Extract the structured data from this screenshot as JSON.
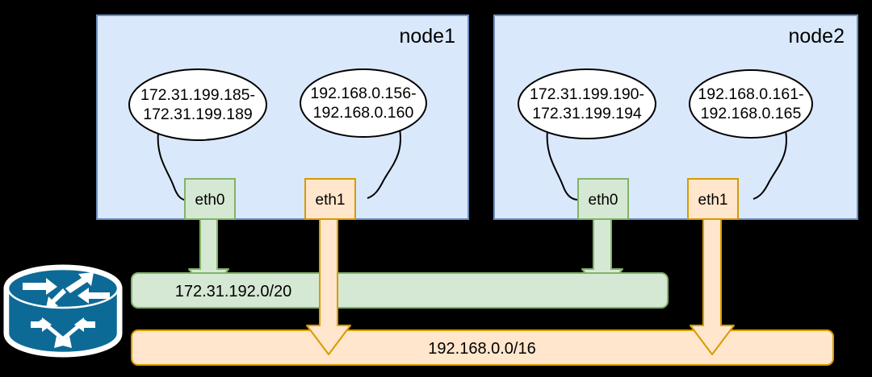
{
  "diagram": {
    "type": "network-topology",
    "background_color": "#000000",
    "nodes": [
      {
        "id": "node1",
        "title": "node1",
        "fill": "#dae8fc",
        "stroke": "#6c8ebf",
        "interfaces": [
          {
            "id": "node1-eth0",
            "label": "eth0",
            "fill": "#d5e8d4",
            "stroke": "#82b366",
            "callout": {
              "line1": "172.31.199.185-",
              "line2": "172.31.199.189"
            },
            "connects_to": "subnet-green"
          },
          {
            "id": "node1-eth1",
            "label": "eth1",
            "fill": "#ffe6cc",
            "stroke": "#d79b00",
            "callout": {
              "line1": "192.168.0.156-",
              "line2": "192.168.0.160"
            },
            "connects_to": "subnet-orange"
          }
        ]
      },
      {
        "id": "node2",
        "title": "node2",
        "fill": "#dae8fc",
        "stroke": "#6c8ebf",
        "interfaces": [
          {
            "id": "node2-eth0",
            "label": "eth0",
            "fill": "#d5e8d4",
            "stroke": "#82b366",
            "callout": {
              "line1": "172.31.199.190-",
              "line2": "172.31.199.194"
            },
            "connects_to": "subnet-green"
          },
          {
            "id": "node2-eth1",
            "label": "eth1",
            "fill": "#ffe6cc",
            "stroke": "#d79b00",
            "callout": {
              "line1": "192.168.0.161-",
              "line2": "192.168.0.165"
            },
            "connects_to": "subnet-orange"
          }
        ]
      }
    ],
    "subnets": [
      {
        "id": "subnet-green",
        "label": "172.31.192.0/20",
        "fill": "#d5e8d4",
        "stroke": "#82b366"
      },
      {
        "id": "subnet-orange",
        "label": "192.168.0.0/16",
        "fill": "#ffe6cc",
        "stroke": "#d79b00"
      }
    ],
    "router": {
      "id": "router",
      "icon": "router-icon",
      "fill": "#0d6a96",
      "outline": "#ffffff"
    }
  }
}
